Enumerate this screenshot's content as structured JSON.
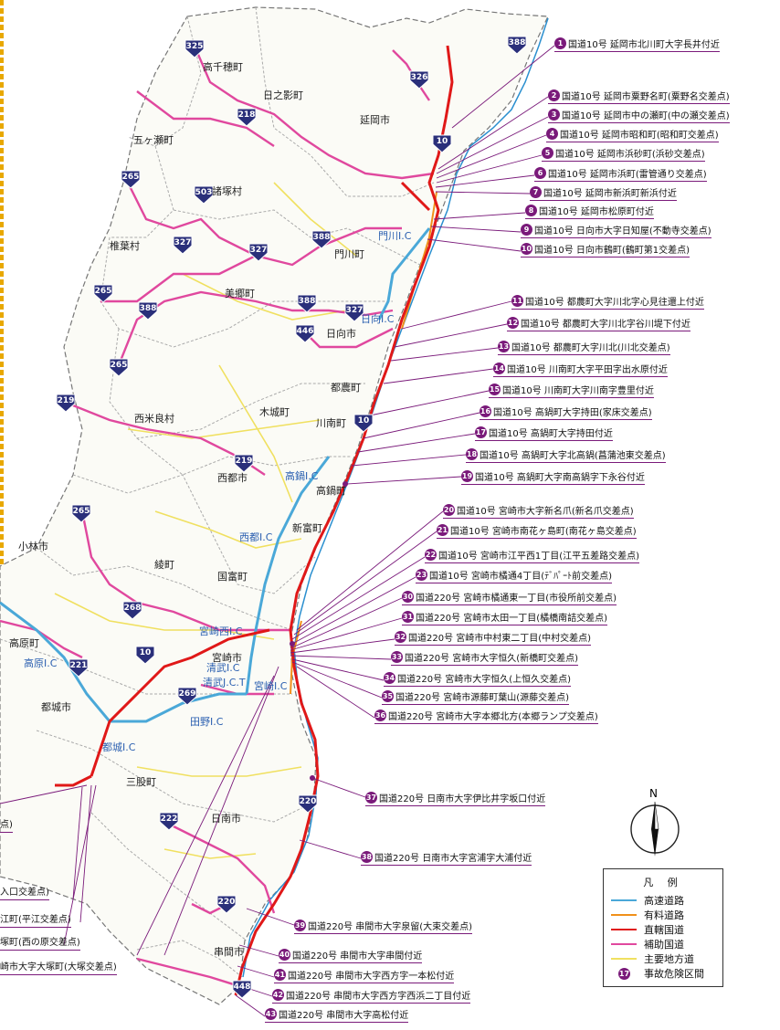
{
  "colors": {
    "expressway": "#4aa8d8",
    "toll_road": "#f0901a",
    "national_route": "#e01818",
    "auxiliary_route": "#e0489e",
    "major_local_road": "#f0e060",
    "danger_marker": "#7a1a7a",
    "route_shield": "#2a2f7a"
  },
  "route_shields": [
    {
      "number": "325"
    },
    {
      "number": "388"
    },
    {
      "number": "326"
    },
    {
      "number": "218"
    },
    {
      "number": "10"
    },
    {
      "number": "265"
    },
    {
      "number": "503"
    },
    {
      "number": "327"
    },
    {
      "number": "388"
    },
    {
      "number": "327"
    },
    {
      "number": "265"
    },
    {
      "number": "388"
    },
    {
      "number": "388"
    },
    {
      "number": "327"
    },
    {
      "number": "446"
    },
    {
      "number": "265"
    },
    {
      "number": "219"
    },
    {
      "number": "10"
    },
    {
      "number": "219"
    },
    {
      "number": "265"
    },
    {
      "number": "268"
    },
    {
      "number": "221"
    },
    {
      "number": "10"
    },
    {
      "number": "269"
    },
    {
      "number": "220"
    },
    {
      "number": "222"
    },
    {
      "number": "220"
    },
    {
      "number": "448"
    }
  ],
  "places": [
    "高千穂町",
    "日之影町",
    "延岡市",
    "五ヶ瀬町",
    "諸塚村",
    "椎葉村",
    "門川町",
    "美郷町",
    "日向市",
    "都農町",
    "木城町",
    "西米良村",
    "川南町",
    "西都市",
    "高鍋町",
    "新富町",
    "小林市",
    "綾町",
    "国富町",
    "宮崎市",
    "高原町",
    "都城市",
    "三股町",
    "日南市",
    "串間市"
  ],
  "interchanges": [
    "門川I.C",
    "日向I.C",
    "高鍋I.C",
    "西都I.C",
    "宮崎西I.C",
    "清武I.C",
    "清武J.C.T",
    "宮崎I.C",
    "田野I.C",
    "都城I.C",
    "高原I.C"
  ],
  "callouts": [
    {
      "num": "1",
      "text": "国道10号 延岡市北川町大字長井付近"
    },
    {
      "num": "2",
      "text": "国道10号 延岡市粟野名町(粟野名交差点)"
    },
    {
      "num": "3",
      "text": "国道10号 延岡市中の瀬町(中の瀬交差点)"
    },
    {
      "num": "4",
      "text": "国道10号 延岡市昭和町(昭和町交差点)"
    },
    {
      "num": "5",
      "text": "国道10号 延岡市浜砂町(浜砂交差点)"
    },
    {
      "num": "6",
      "text": "国道10号 延岡市浜町(雷管通り交差点)"
    },
    {
      "num": "7",
      "text": "国道10号 延岡市新浜町新浜付近"
    },
    {
      "num": "8",
      "text": "国道10号 延岡市松原町付近"
    },
    {
      "num": "9",
      "text": "国道10号 日向市大字日知屋(不動寺交差点)"
    },
    {
      "num": "10",
      "text": "国道10号 日向市鶴町(鶴町第1交差点)"
    },
    {
      "num": "11",
      "text": "国道10号 都農町大字川北字心見往還上付近"
    },
    {
      "num": "12",
      "text": "国道10号 都農町大字川北字谷川堤下付近"
    },
    {
      "num": "13",
      "text": "国道10号 都農町大字川北(川北交差点)"
    },
    {
      "num": "14",
      "text": "国道10号 川南町大字平田字出水原付近"
    },
    {
      "num": "15",
      "text": "国道10号 川南町大字川南字豊里付近"
    },
    {
      "num": "16",
      "text": "国道10号 高鍋町大字持田(家床交差点)"
    },
    {
      "num": "17",
      "text": "国道10号 高鍋町大字持田付近"
    },
    {
      "num": "18",
      "text": "国道10号 高鍋町大字北高鍋(菖蒲池東交差点)"
    },
    {
      "num": "19",
      "text": "国道10号 高鍋町大字南高鍋字下永谷付近"
    },
    {
      "num": "20",
      "text": "国道10号 宮崎市大字新名爪(新名爪交差点)"
    },
    {
      "num": "21",
      "text": "国道10号 宮崎市南花ヶ島町(南花ヶ島交差点)"
    },
    {
      "num": "22",
      "text": "国道10号 宮崎市江平西1丁目(江平五差路交差点)"
    },
    {
      "num": "23",
      "text": "国道10号 宮崎市橘通4丁目(ﾃﾞﾊﾟｰﾄ前交差点)"
    },
    {
      "num": "30",
      "text": "国道220号 宮崎市橘通東一丁目(市役所前交差点)"
    },
    {
      "num": "31",
      "text": "国道220号 宮崎市太田一丁目(橘橋南詰交差点)"
    },
    {
      "num": "32",
      "text": "国道220号 宮崎市中村東二丁目(中村交差点)"
    },
    {
      "num": "33",
      "text": "国道220号 宮崎市大字恒久(新橋町交差点)"
    },
    {
      "num": "34",
      "text": "国道220号 宮崎市大字恒久(上恒久交差点)"
    },
    {
      "num": "35",
      "text": "国道220号 宮崎市源藤町葉山(源藤交差点)"
    },
    {
      "num": "36",
      "text": "国道220号 宮崎市大字本郷北方(本郷ランプ交差点)"
    },
    {
      "num": "37",
      "text": "国道220号 日南市大字伊比井字坂口付近"
    },
    {
      "num": "38",
      "text": "国道220号 日南市大字宮浦字大浦付近"
    },
    {
      "num": "39",
      "text": "国道220号 串間市大字泉留(大束交差点)"
    },
    {
      "num": "40",
      "text": "国道220号 串間市大字串間付近"
    },
    {
      "num": "41",
      "text": "国道220号 串間市大字西方字一本松付近"
    },
    {
      "num": "42",
      "text": "国道220号 串間市大字西方字西浜二丁目付近"
    },
    {
      "num": "43",
      "text": "国道220号 串間市大字高松付近"
    }
  ],
  "cut_callouts": [
    {
      "text": "点)"
    },
    {
      "text": "入口交差点)"
    },
    {
      "text": "江町(平江交差点)"
    },
    {
      "text": "塚町(西の原交差点)"
    },
    {
      "text": "崎市大字大塚町(大塚交差点)"
    }
  ],
  "compass": {
    "label": "N"
  },
  "legend": {
    "title": "凡 例",
    "items": [
      {
        "label": "高速道路",
        "color": "#4aa8d8"
      },
      {
        "label": "有料道路",
        "color": "#f0901a"
      },
      {
        "label": "直轄国道",
        "color": "#e01818"
      },
      {
        "label": "補助国道",
        "color": "#e0489e"
      },
      {
        "label": "主要地方道",
        "color": "#f0e060"
      }
    ],
    "marker_num": "17",
    "marker_label": "事故危険区間"
  }
}
